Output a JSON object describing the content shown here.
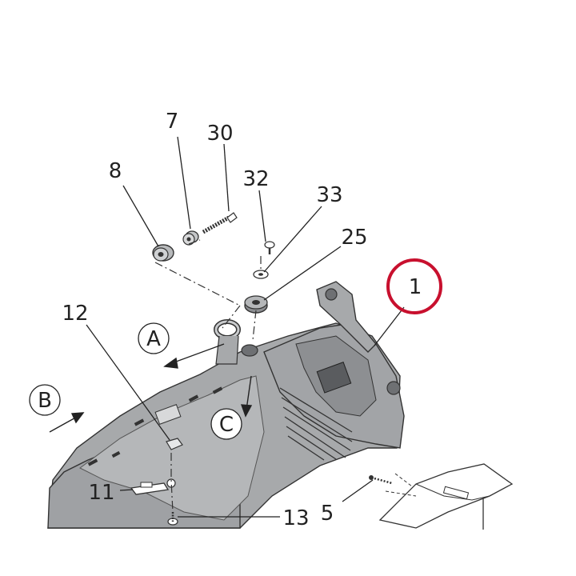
{
  "diagram": {
    "callouts": [
      {
        "id": "p1",
        "label": "1"
      },
      {
        "id": "p5",
        "label": "5"
      },
      {
        "id": "p7",
        "label": "7"
      },
      {
        "id": "p8",
        "label": "8"
      },
      {
        "id": "p11",
        "label": "11"
      },
      {
        "id": "p12",
        "label": "12"
      },
      {
        "id": "p13",
        "label": "13"
      },
      {
        "id": "p25",
        "label": "25"
      },
      {
        "id": "p30",
        "label": "30"
      },
      {
        "id": "p32",
        "label": "32"
      },
      {
        "id": "p33",
        "label": "33"
      }
    ],
    "view_markers": [
      {
        "id": "vA",
        "label": "A"
      },
      {
        "id": "vB",
        "label": "B"
      },
      {
        "id": "vC",
        "label": "C"
      }
    ],
    "colors": {
      "housing_fill": "#a7a9ab",
      "housing_shade": "#8d8f92",
      "outline": "#333333",
      "highlight_ring": "#c8102e",
      "marker_fill": "#ffffff"
    }
  }
}
